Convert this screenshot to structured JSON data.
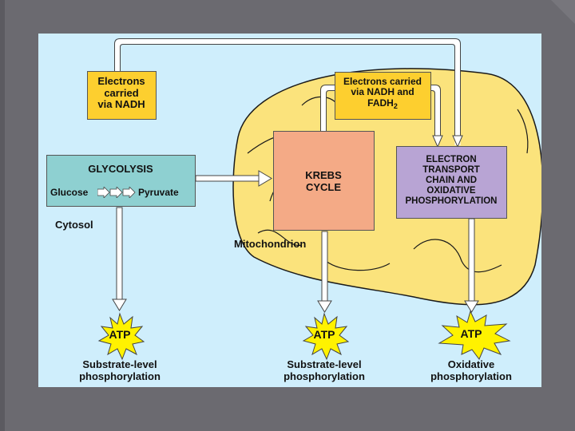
{
  "diagram": {
    "electrons_nadh": {
      "line1": "Electrons",
      "line2": "carried",
      "line3": "via NADH"
    },
    "electrons_nadh_fadh": {
      "line1": "Electrons carried",
      "line2": "via NADH and",
      "line3": "FADH",
      "line3_sub": "2"
    },
    "glycolysis": {
      "title": "GLYCOLYSIS",
      "from": "Glucose",
      "to": "Pyruvate"
    },
    "krebs": {
      "line1": "KREBS",
      "line2": "CYCLE"
    },
    "etc": {
      "line1": "ELECTRON",
      "line2": "TRANSPORT",
      "line3": "CHAIN AND",
      "line4": "OXIDATIVE",
      "line5": "PHOSPHORYLATION"
    },
    "region_cytosol": "Cytosol",
    "region_mitochondrion": "Mitochondrion",
    "atp": [
      {
        "label": "ATP",
        "caption_line1": "Substrate-level",
        "caption_line2": "phosphorylation"
      },
      {
        "label": "ATP",
        "caption_line1": "Substrate-level",
        "caption_line2": "phosphorylation"
      },
      {
        "label": "ATP",
        "caption_line1": "Oxidative",
        "caption_line2": "phosphorylation"
      }
    ]
  },
  "colors": {
    "slide_background": "#6b6a70",
    "figure_background": "#cfeefc",
    "mitochondrion": "#fbe37c",
    "electron_box": "#fdcf2f",
    "glycolysis_box": "#8ed0d1",
    "krebs_box": "#f4aa86",
    "etc_box": "#b8a4d4",
    "atp_burst": "#fff200"
  }
}
